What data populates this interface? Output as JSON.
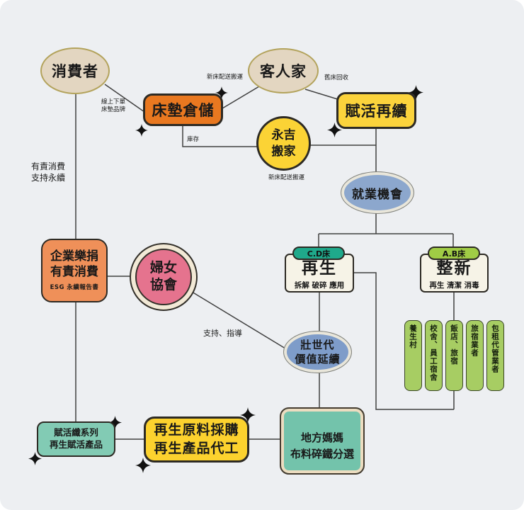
{
  "diagram_title": "mattress recycling ecosystem flowchart",
  "nodes": {
    "consumer": {
      "label": "消費者"
    },
    "customer_home": {
      "label": "客人家"
    },
    "mattress_warehouse": {
      "label": "床墊倉儲"
    },
    "revive_renew": {
      "label": "賦活再續"
    },
    "yongji_moving": {
      "lines": [
        "永吉",
        "搬家"
      ]
    },
    "employment": {
      "label": "就業機會"
    },
    "corporate": {
      "lines": [
        "企業樂捐",
        "有責消費"
      ],
      "sub": "ESG 永續報告書"
    },
    "womens_assoc": {
      "lines": [
        "婦女",
        "協會"
      ]
    },
    "regen": {
      "tag": "C.D床",
      "title": "再生",
      "sub": "拆解 破碎 應用"
    },
    "refurbish": {
      "tag": "A.B床",
      "title": "整新",
      "sub": "再生 清潔 消毒"
    },
    "senior_gen": {
      "lines": [
        "壯世代",
        "價值延續"
      ]
    },
    "local_moms": {
      "lines": [
        "地方媽媽",
        "布料碎鐵分選"
      ]
    },
    "fiber_series": {
      "lines": [
        "賦活纖系列",
        "再生賦活產品"
      ]
    },
    "procurement": {
      "lines": [
        "再生原料採購",
        "再生產品代工"
      ]
    },
    "venues": [
      "養生村",
      "校舍、員工宿舍",
      "飯店、旅宿",
      "旅宿業者",
      "包租代管業者"
    ]
  },
  "edge_labels": {
    "new_bed_delivery_top": "新床配送搬運",
    "old_bed_recycle": "舊床回收",
    "online_order": [
      "線上下單",
      "床墊品牌"
    ],
    "inventory": "庫存",
    "new_bed_delivery_mid": "新床配送搬運",
    "responsible_consumption": [
      "有責消費",
      "支持永續"
    ],
    "support_guidance": "支持、指導"
  },
  "colors": {
    "background": "#edeff2",
    "beige_node": "#e3d6c1",
    "beige_border": "#b3a35c",
    "orange": "#e97820",
    "yellow": "#fbd33c",
    "salmon": "#ef9059",
    "pink": "#e5738e",
    "blue": "#8ca7cd",
    "teal_tag": "#1fa98b",
    "green_tag": "#a0cc45",
    "venue_green": "#a7cd63",
    "teal_box": "#73c3ab",
    "fiber_teal": "#82cbb4",
    "cream_ring": "#ecdcc0",
    "line": "#404040"
  }
}
